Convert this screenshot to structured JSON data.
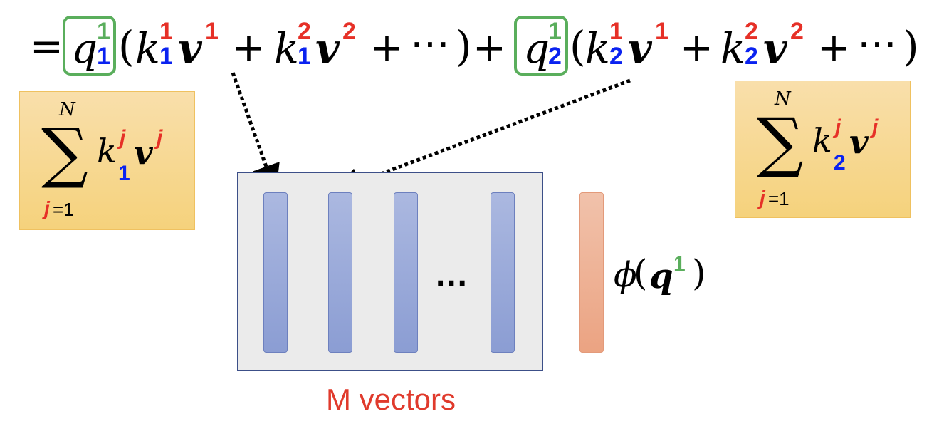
{
  "equation": {
    "equals": "=",
    "q": "q",
    "k": "k",
    "v": "v",
    "plus": "+",
    "dots": "⋯",
    "lparen": "(",
    "rparen": ")",
    "term1": {
      "q_sup": "1",
      "q_sub": "1",
      "k1_sup": "1",
      "k1_sub": "1",
      "v1_sup": "1",
      "k2_sup": "2",
      "k2_sub": "1",
      "v2_sup": "2"
    },
    "term2": {
      "q_sup": "1",
      "q_sub": "2",
      "k1_sup": "1",
      "k1_sub": "2",
      "v1_sup": "1",
      "k2_sup": "2",
      "k2_sub": "2",
      "v2_sup": "2"
    }
  },
  "left_sum": {
    "sigma": "∑",
    "upper": "N",
    "lower_var": "j",
    "lower_rest": "=1",
    "k": "k",
    "k_sup": "j",
    "k_sub": "1",
    "v": "v",
    "v_sup": "j"
  },
  "right_sum": {
    "sigma": "∑",
    "upper": "N",
    "lower_var": "j",
    "lower_rest": "=1",
    "k": "k",
    "k_sup": "j",
    "k_sub": "2",
    "v": "v",
    "v_sup": "j"
  },
  "memory": {
    "ellipsis": "…",
    "caption": "M vectors"
  },
  "phi": {
    "phi": "ϕ",
    "lparen": "(",
    "q": "q",
    "sup": "1",
    "rparen": ")"
  },
  "colors": {
    "green": "#5aae5c",
    "blue": "#0a22f0",
    "red": "#e63027",
    "caption": "#e03a2c"
  }
}
